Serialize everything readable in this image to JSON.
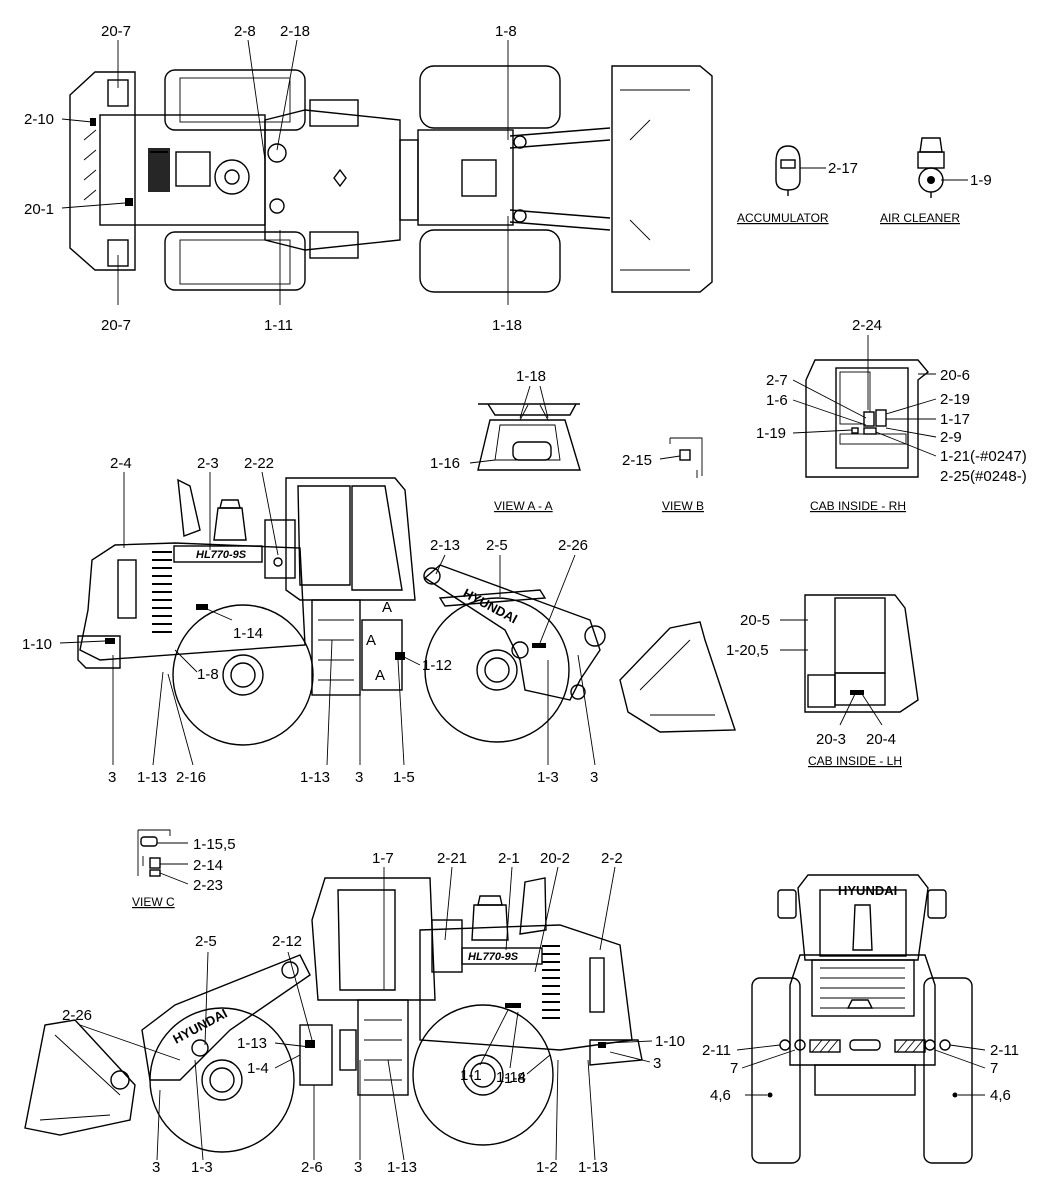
{
  "captions": {
    "accumulator": "ACCUMULATOR",
    "air_cleaner": "AIR CLEANER",
    "view_aa": "VIEW A - A",
    "view_b": "VIEW B",
    "cab_inside_rh": "CAB INSIDE - RH",
    "cab_inside_lh": "CAB INSIDE - LH",
    "view_c": "VIEW C"
  },
  "machine_text": {
    "brand": "HYUNDAI",
    "model": "HL770-9S",
    "section_marker": "A"
  },
  "callouts": {
    "top": {
      "c20_7_top": "20-7",
      "c2_8": "2-8",
      "c2_18": "2-18",
      "c1_8": "1-8",
      "c2_10": "2-10",
      "c20_1": "20-1",
      "c20_7_bottom": "20-7",
      "c1_11": "1-11",
      "c1_18": "1-18",
      "c2_17": "2-17",
      "c1_9": "1-9"
    },
    "details": {
      "c1_18": "1-18",
      "c1_16": "1-16",
      "c2_15": "2-15",
      "c2_24": "2-24",
      "c20_6": "20-6",
      "c2_7": "2-7",
      "c2_19": "2-19",
      "c1_6": "1-6",
      "c1_17": "1-17",
      "c1_19": "1-19",
      "c2_9": "2-9",
      "c1_21": "1-21(-#0247)",
      "c2_25": "2-25(#0248-)",
      "c20_5": "20-5",
      "c1_20": "1-20,5",
      "c20_3": "20-3",
      "c20_4": "20-4"
    },
    "left_side": {
      "c2_4": "2-4",
      "c2_3": "2-3",
      "c2_22": "2-22",
      "c2_13": "2-13",
      "c2_5": "2-5",
      "c2_26": "2-26",
      "c1_14": "1-14",
      "c1_10": "1-10",
      "c1_8": "1-8",
      "c1_12": "1-12",
      "c3_a": "3",
      "c1_13_a": "1-13",
      "c2_16": "2-16",
      "c1_13_b": "1-13",
      "c3_b": "3",
      "c1_5": "1-5",
      "c1_3": "1-3",
      "c3_c": "3"
    },
    "view_c": {
      "c1_15": "1-15,5",
      "c2_14": "2-14",
      "c2_23": "2-23"
    },
    "right_side": {
      "c1_7": "1-7",
      "c2_21": "2-21",
      "c2_1": "2-1",
      "c20_2": "20-2",
      "c2_2": "2-2",
      "c2_5": "2-5",
      "c2_12": "2-12",
      "c2_26": "2-26",
      "c1_13_a": "1-13",
      "c1_4": "1-4",
      "c1_1": "1-1",
      "c1_14": "1-14",
      "c1_10": "1-10",
      "c3_a": "3",
      "c1_8": "1-8",
      "c3_b": "3",
      "c1_3": "1-3",
      "c2_6": "2-6",
      "c3_c": "3",
      "c1_13_b": "1-13",
      "c1_2": "1-2",
      "c1_13_c": "1-13"
    },
    "rear": {
      "c2_11_l": "2-11",
      "c2_11_r": "2-11",
      "c7_l": "7",
      "c7_r": "7",
      "c4_6_l": "4,6",
      "c4_6_r": "4,6"
    }
  }
}
